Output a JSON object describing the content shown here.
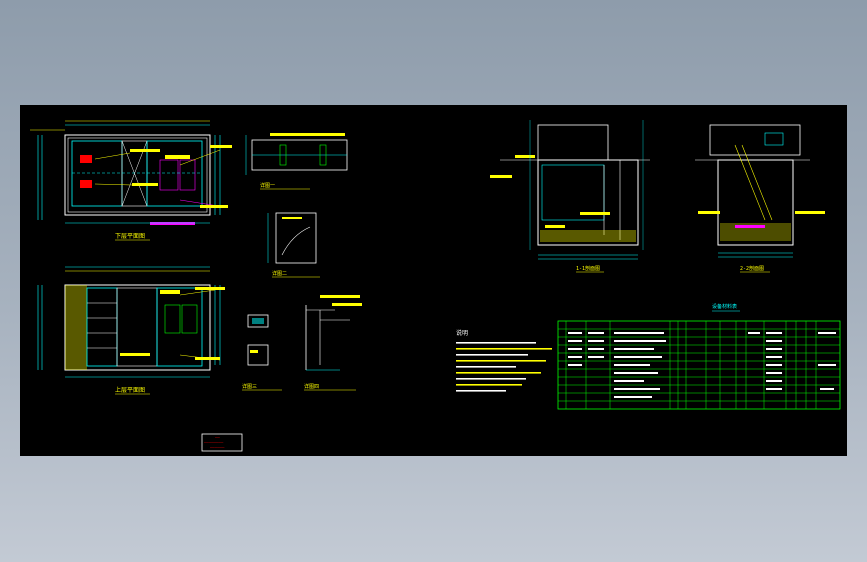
{
  "drawing": {
    "title_block": {
      "line1": "——",
      "line2": "————————",
      "line3": "——————"
    },
    "views": [
      {
        "id": "plan-lower",
        "caption": "下层平面图"
      },
      {
        "id": "plan-upper",
        "caption": "上层平面图"
      },
      {
        "id": "section-detail-1",
        "caption": "详图一"
      },
      {
        "id": "section-detail-2",
        "caption": "详图二"
      },
      {
        "id": "section-detail-3",
        "caption": "详图三"
      },
      {
        "id": "section-detail-4",
        "caption": "详图四"
      },
      {
        "id": "section-a",
        "caption": "1-1剖面图"
      },
      {
        "id": "section-b",
        "caption": "2-2剖面图"
      }
    ],
    "notes_heading": "说明",
    "schedule_heading": "设备材料表",
    "colors": {
      "background": "#000000",
      "outline": "#ffffff",
      "dimension": "#00ffff",
      "annotation": "#ffff00",
      "leader": "#ff00ff",
      "table": "#00ff00",
      "title_red": "#ff0000"
    }
  }
}
